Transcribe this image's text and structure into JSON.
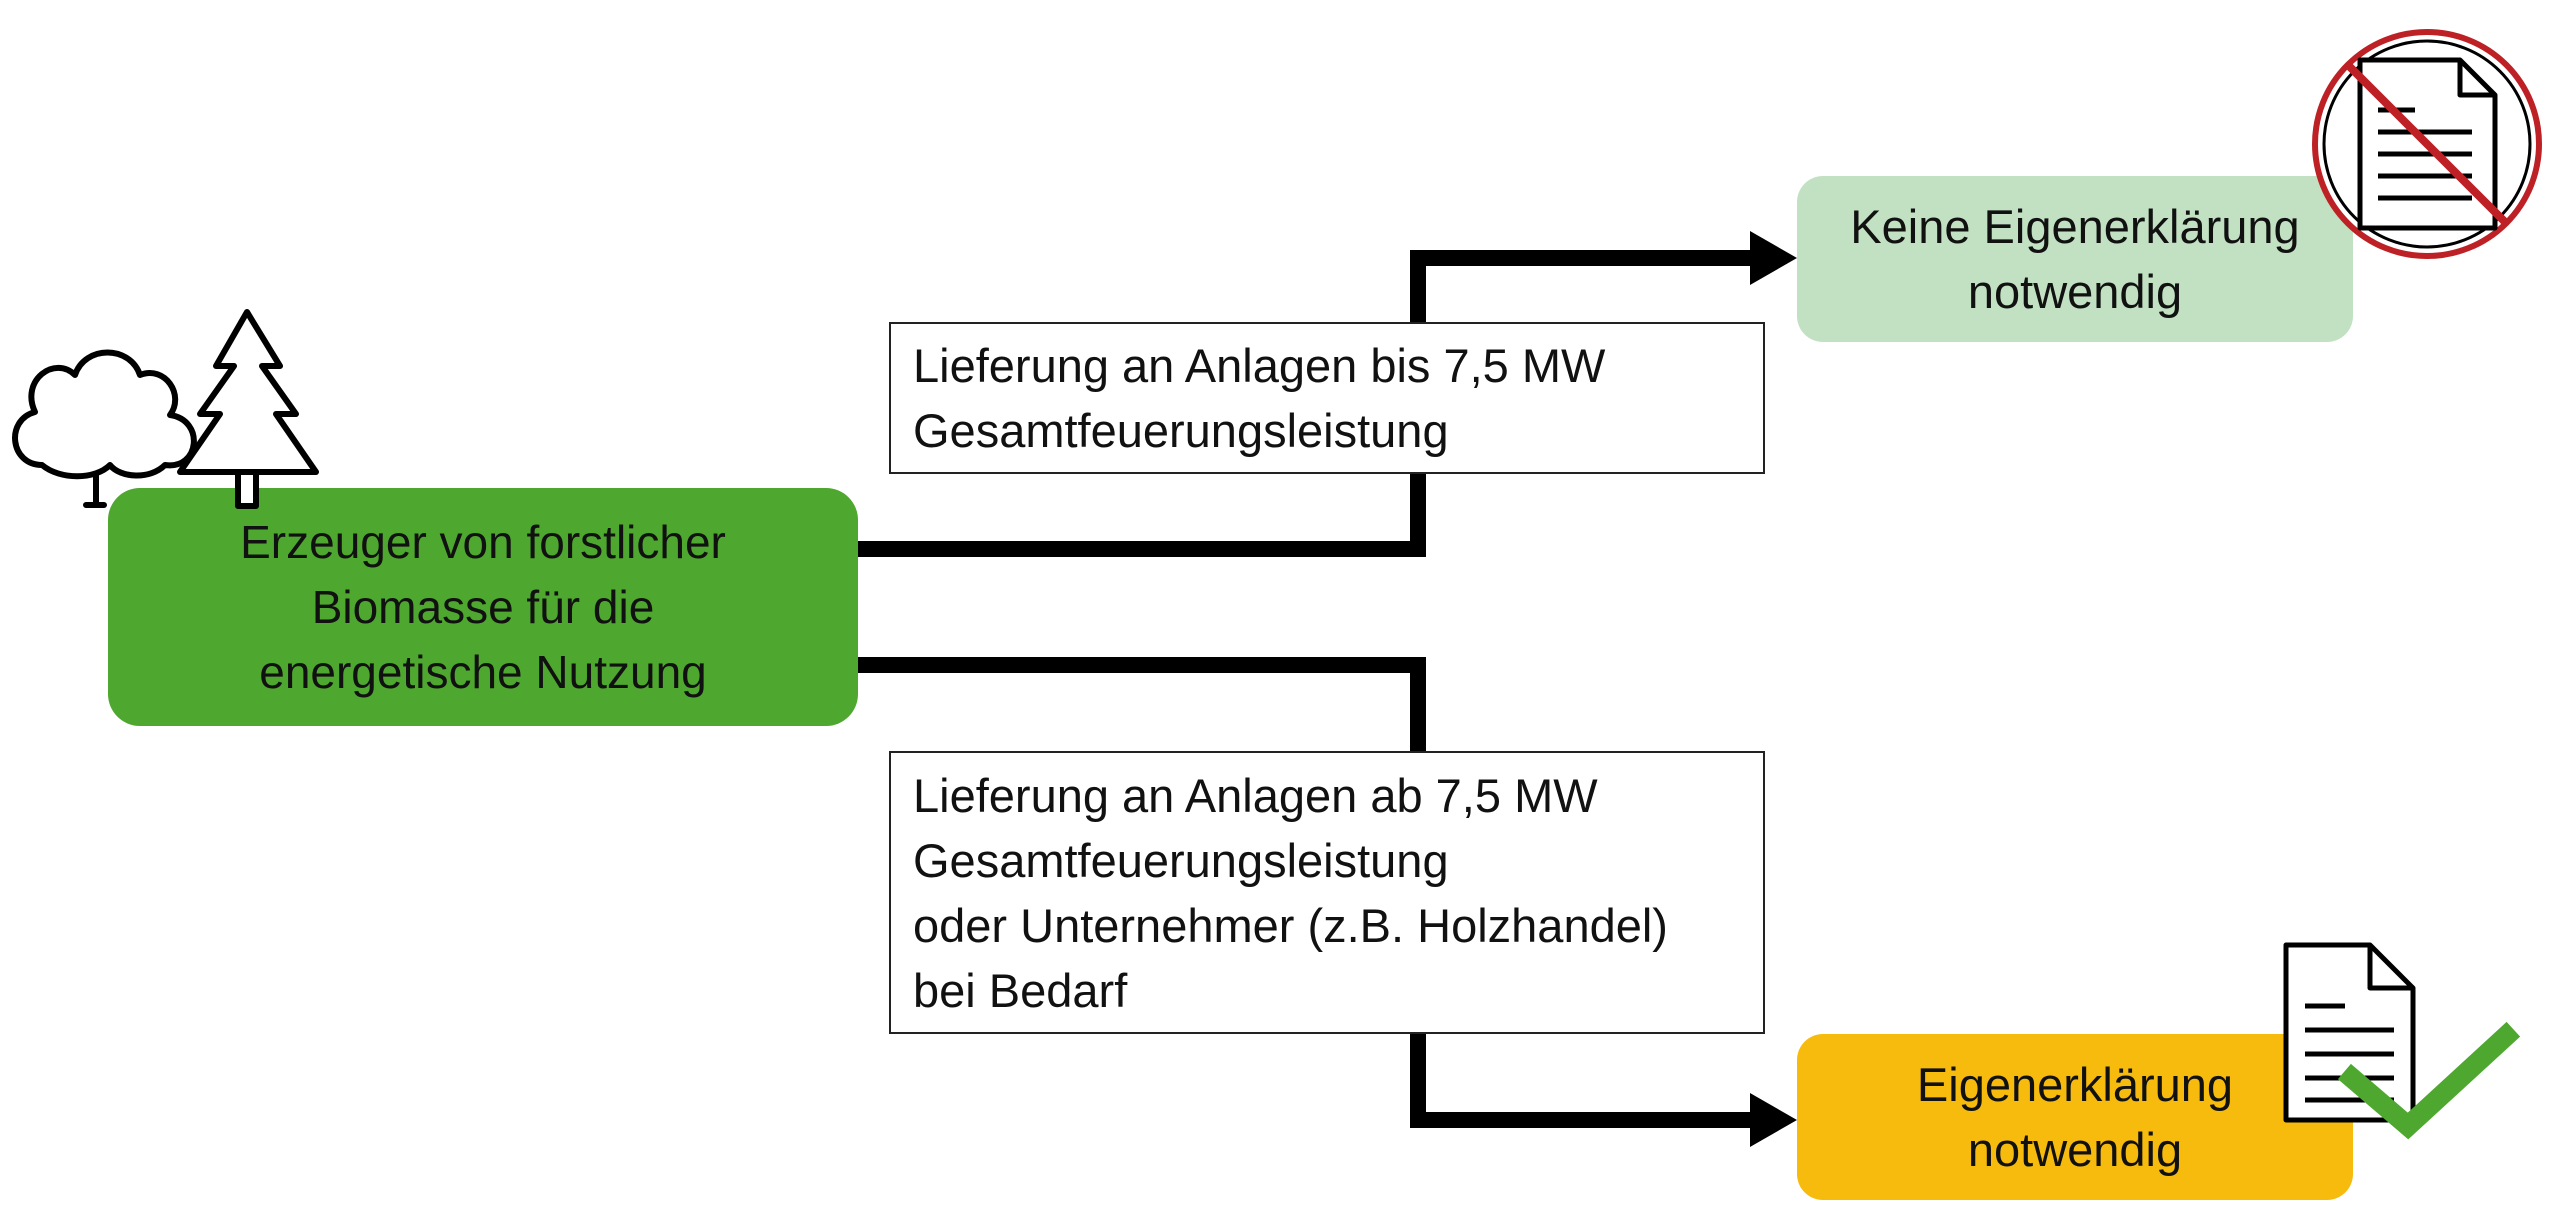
{
  "diagram": {
    "source": {
      "lines": [
        "Erzeuger von forstlicher",
        "Biomasse für die",
        "energetische Nutzung"
      ],
      "color": "#4ea72e",
      "icon": "tree-icon"
    },
    "branch_top": {
      "condition_lines": [
        "Lieferung an Anlagen bis 7,5 MW",
        "Gesamtfeuerungsleistung"
      ],
      "result_lines": [
        "Keine Eigenerklärung",
        "notwendig"
      ],
      "result_color": "#c1e1c2",
      "icon": "no-document-icon"
    },
    "branch_bottom": {
      "condition_lines": [
        "Lieferung an Anlagen ab 7,5 MW",
        "Gesamtfeuerungsleistung",
        "oder Unternehmer (z.B. Holzhandel)",
        "bei Bedarf"
      ],
      "result_lines": [
        "Eigenerklärung",
        "notwendig"
      ],
      "result_color": "#f6bb0c",
      "icon": "document-check-icon"
    }
  }
}
